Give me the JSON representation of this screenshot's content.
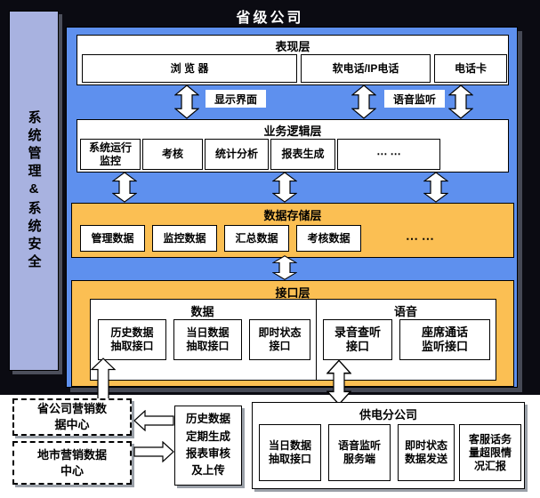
{
  "title": "省级公司",
  "sidebar": {
    "label": "系统管理&系统安全"
  },
  "presentation_layer": {
    "title": "表现层",
    "items": [
      "浏 览 器",
      "软电话/IP电话",
      "电话卡"
    ]
  },
  "flow_labels": {
    "display_interface": "显示界面",
    "voice_monitor": "语音监听"
  },
  "business_layer": {
    "title": "业务逻辑层",
    "items": [
      "系统运行监控",
      "考核",
      "统计分析",
      "报表生成",
      "⋯ ⋯"
    ]
  },
  "storage_layer": {
    "title": "数据存储层",
    "items": [
      "管理数据",
      "监控数据",
      "汇总数据",
      "考核数据"
    ],
    "ellipsis": "⋯ ⋯"
  },
  "interface_layer": {
    "title": "接口层",
    "data_group_label": "数据",
    "voice_group_label": "语音",
    "data_items": [
      "历史数据抽取接口",
      "当日数据抽取接口",
      "即时状态接口"
    ],
    "voice_items": [
      "录音查听接口",
      "座席通话监听接口"
    ]
  },
  "bottom_section": {
    "provincial_center": "省公司营销数据中心",
    "city_center": "地市营销数据中心",
    "report_flow": "历史数据定期生成报表审核及上传",
    "branch_company": {
      "title": "供电分公司",
      "items": [
        "当日数据抽取接口",
        "语音监听服务端",
        "即时状态数据发送",
        "客服话务量超限情况汇报"
      ]
    }
  },
  "colors": {
    "background_dark": "#0b0b12",
    "panel_blue": "#5e90ee",
    "sidebar_blue": "#a8b2e0",
    "layer_orange": "#fbbf53"
  }
}
